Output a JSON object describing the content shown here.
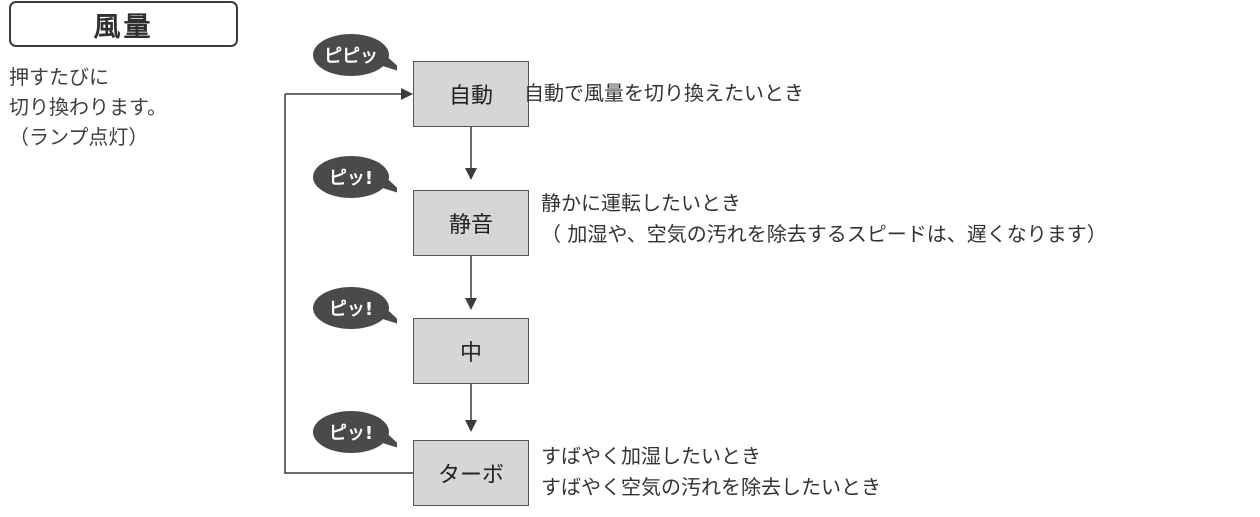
{
  "heading": {
    "title": "風量"
  },
  "instructions": [
    "押すたびに",
    "切り換わります。",
    "（ランプ点灯）"
  ],
  "modes": [
    {
      "label": "自動",
      "beep": "ピピッ",
      "notes": [
        "自動で風量を切り換えたいとき"
      ]
    },
    {
      "label": "静音",
      "beep": "ピッ!",
      "notes": [
        "静かに運転したいとき",
        "（ 加湿や、空気の汚れを除去するスピードは、遅くなります）"
      ]
    },
    {
      "label": "中",
      "beep": "ピッ!",
      "notes": []
    },
    {
      "label": "ターボ",
      "beep": "ピッ!",
      "notes": [
        "すばやく加湿したいとき",
        "すばやく空気の汚れを除去したいとき"
      ]
    }
  ],
  "colors": {
    "box_fill": "#d6d6d6",
    "bubble_fill": "#4a4a4a",
    "line": "#3c3c3c"
  }
}
